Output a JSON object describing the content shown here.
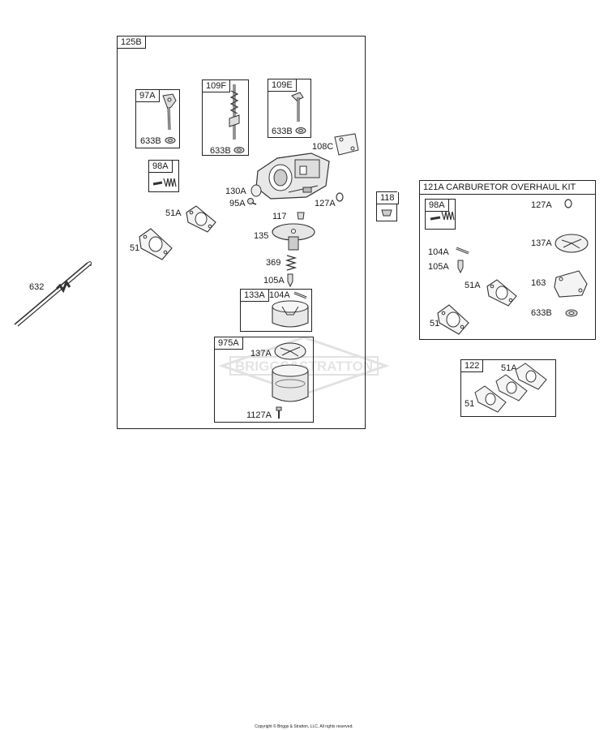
{
  "main_assembly": {
    "label": "125B",
    "parts": {
      "p97A": "97A",
      "p97A_633B": "633B",
      "p109F": "109F",
      "p109F_633B": "633B",
      "p109E": "109E",
      "p109E_633B": "633B",
      "p108C": "108C",
      "p98A": "98A",
      "p130A": "130A",
      "p95A": "95A",
      "p127A": "127A",
      "p51A": "51A",
      "p51": "51",
      "p117": "117",
      "p135": "135",
      "p369": "369",
      "p105A": "105A",
      "p133A": "133A",
      "p104A": "104A",
      "p975A": "975A",
      "p137A": "137A",
      "p1127A": "1127A"
    }
  },
  "loose_parts": {
    "p632": "632",
    "p118": "118"
  },
  "overhaul_kit": {
    "title": "121A CARBURETOR OVERHAUL KIT",
    "parts": {
      "p98A": "98A",
      "p127A": "127A",
      "p104A": "104A",
      "p137A": "137A",
      "p105A": "105A",
      "p51A": "51A",
      "p163": "163",
      "p51": "51",
      "p633B": "633B"
    }
  },
  "gasket_set": {
    "label": "122",
    "p51A": "51A",
    "p51": "51"
  },
  "watermark": "BRIGGS&STRATTON",
  "copyright": "Copyright © Briggs & Stratton, LLC. All rights reserved."
}
